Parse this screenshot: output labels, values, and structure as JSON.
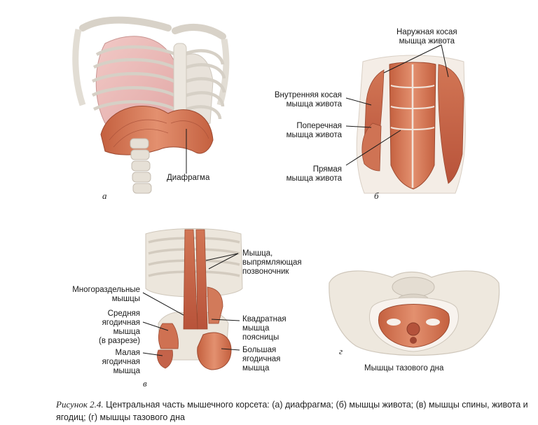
{
  "panels": {
    "a": {
      "letter": "а",
      "labels": {
        "diaphragm": "Диафрагма"
      }
    },
    "b": {
      "letter": "б",
      "labels": {
        "external_oblique": "Наружная косая\nмышца живота",
        "internal_oblique": "Внутренняя косая\nмышца живота",
        "transverse": "Поперечная\nмышца живота",
        "rectus": "Прямая\nмышца живота"
      }
    },
    "v": {
      "letter": "в",
      "labels": {
        "erector": "Мышца,\nвыпрямляющая\nпозвоночник",
        "multifidus": "Многораздельные\nмышцы",
        "gluteus_medius": "Средняя\nягодичная\nмышца\n(в разрезе)",
        "gluteus_minimus": "Малая\nягодичная\nмышца",
        "quadratus": "Квадратная\nмышца\nпоясницы",
        "gluteus_maximus": "Большая\nягодичная\nмышца"
      }
    },
    "g": {
      "letter": "г",
      "labels": {
        "pelvic_floor": "Мышцы тазового дна"
      }
    }
  },
  "caption": {
    "figure": "Рисунок 2.4.",
    "text": " Центральная часть мышечного корсета: (а) диафрагма; (б) мышцы живота; (в) мышцы спины, живота и ягодиц; (г) мышцы тазового дна"
  }
}
